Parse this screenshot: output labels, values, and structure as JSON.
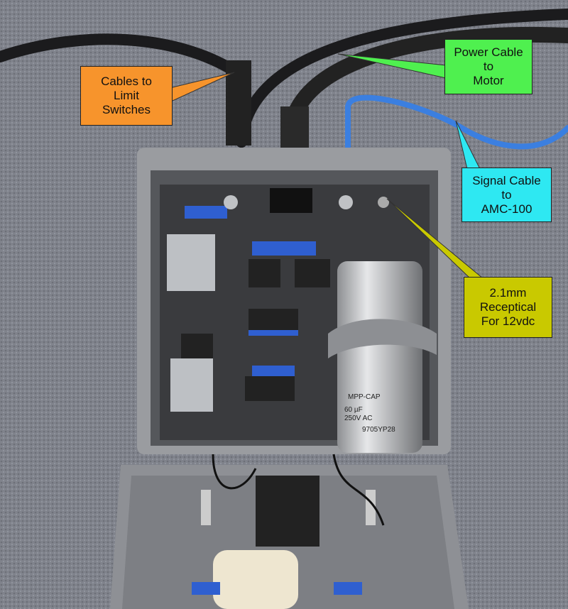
{
  "callouts": {
    "limit_switches": "Cables to\nLimit\nSwitches",
    "power_cable": "Power Cable\nto\nMotor",
    "signal_cable": "Signal Cable\nto\nAMC-100",
    "receptacle": "2.1mm\nReceptical\nFor 12vdc"
  },
  "colors": {
    "orange": "#f7942c",
    "green": "#4ff04f",
    "cyan": "#2ee8f2",
    "olive": "#c9c900"
  }
}
